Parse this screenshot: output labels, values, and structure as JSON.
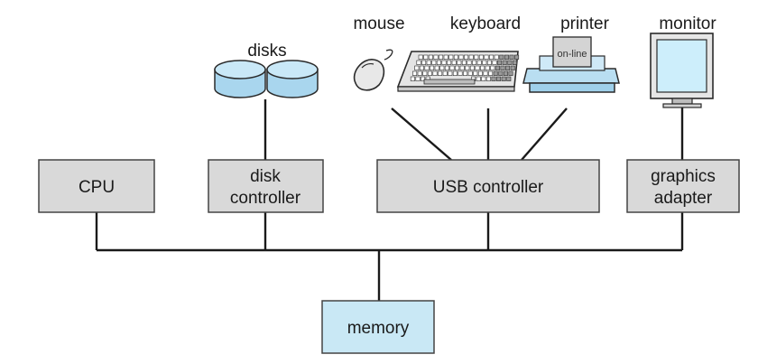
{
  "colors": {
    "box_fill": "#d9d9d9",
    "box_stroke": "#444444",
    "memory_fill": "#c9e8f5",
    "disk_fill": "#b9def1",
    "monitor_screen": "#cdeefb",
    "wire": "#1a1a1a"
  },
  "boxes": {
    "cpu": {
      "lines": [
        "CPU"
      ]
    },
    "disk_controller": {
      "lines": [
        "disk",
        "controller"
      ]
    },
    "usb_controller": {
      "lines": [
        "USB controller"
      ]
    },
    "graphics_adapter": {
      "lines": [
        "graphics",
        "adapter"
      ]
    },
    "memory": {
      "lines": [
        "memory"
      ]
    }
  },
  "devices": {
    "disks": {
      "label": "disks",
      "icon": "disk-icon"
    },
    "mouse": {
      "label": "mouse",
      "icon": "mouse-icon"
    },
    "keyboard": {
      "label": "keyboard",
      "icon": "keyboard-icon"
    },
    "printer": {
      "label": "printer",
      "icon": "printer-icon",
      "paper_text": "on-line"
    },
    "monitor": {
      "label": "monitor",
      "icon": "monitor-icon"
    }
  }
}
